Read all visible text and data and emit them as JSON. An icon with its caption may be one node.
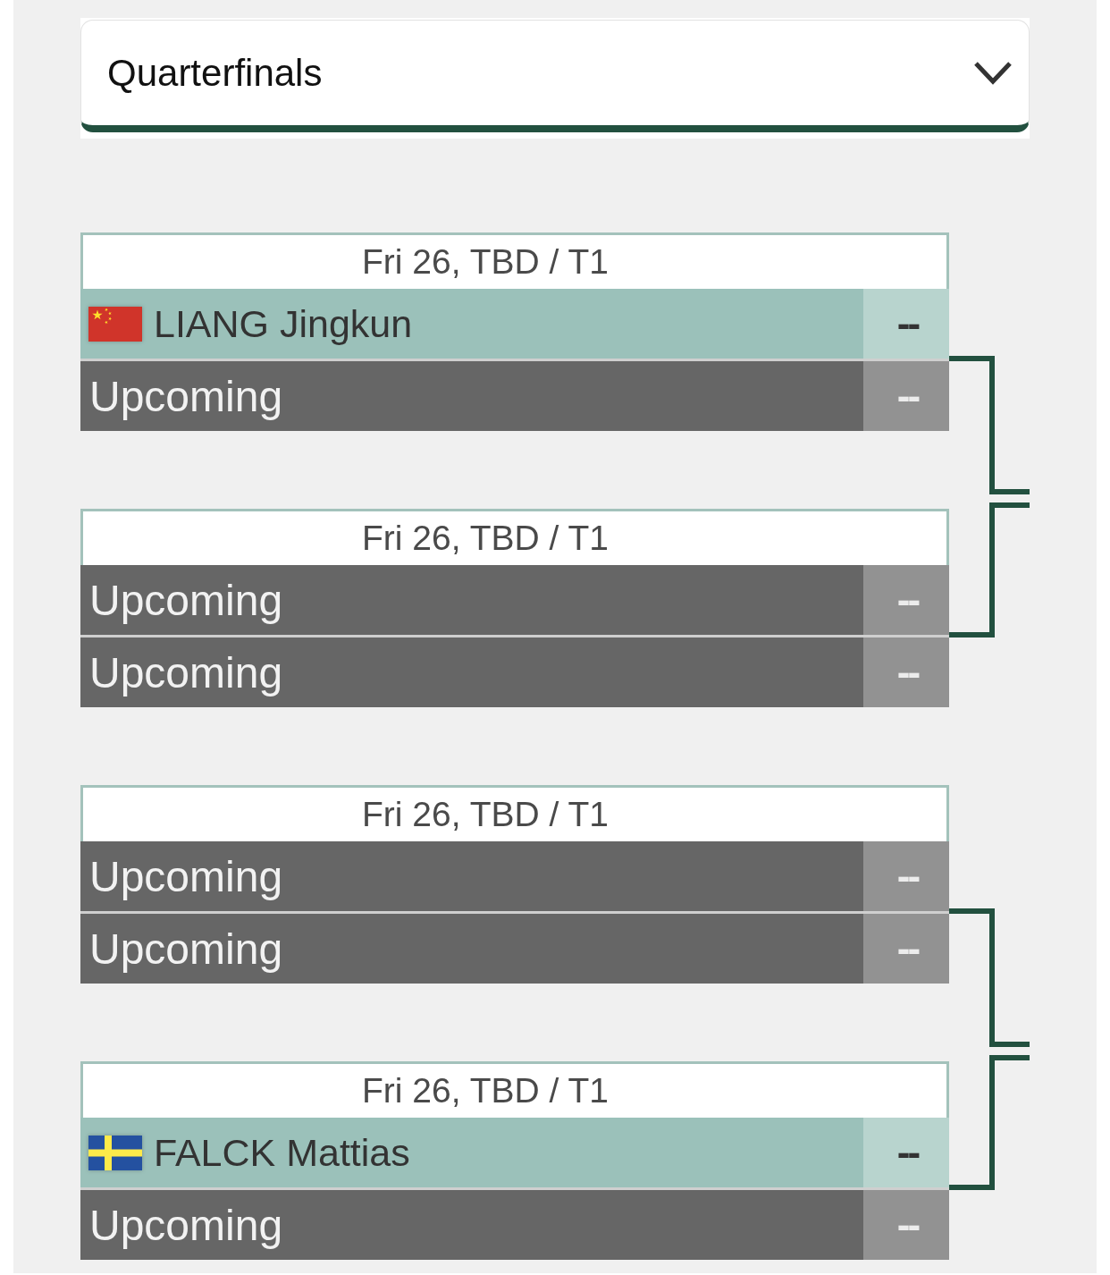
{
  "diagram": {
    "nodes": [
      {
        "text": [
          "Quarterfinals"
        ]
      },
      {
        "text": [
          "Fri 26, TBD / T1"
        ]
      },
      {
        "text": [
          "LIANG Jingkun",
          "--"
        ],
        "in": 1
      },
      {
        "text": [
          "Upcoming",
          "--"
        ],
        "in": 1
      },
      {
        "text": [
          "Fri 26, TBD / T1"
        ]
      },
      {
        "text": [
          "Upcoming",
          "--"
        ],
        "in": 4
      },
      {
        "text": [
          "Upcoming",
          "--"
        ],
        "in": 4
      },
      {
        "text": [
          "Fri 26, TBD / T1"
        ]
      },
      {
        "text": [
          "Upcoming",
          "--"
        ],
        "in": 7
      },
      {
        "text": [
          "Upcoming",
          "--"
        ],
        "in": 7
      },
      {
        "text": [
          "Fri 26, TBD / T1"
        ]
      },
      {
        "text": [
          "FALCK Mattias",
          "--"
        ],
        "in": 10
      },
      {
        "text": [
          "Upcoming",
          "--"
        ],
        "in": 10
      }
    ],
    "edges": [
      {
        "from": 1,
        "to": null,
        "arrow": "none"
      },
      {
        "from": 4,
        "to": null,
        "arrow": "none"
      },
      {
        "from": 7,
        "to": null,
        "arrow": "none"
      },
      {
        "from": 10,
        "to": null,
        "arrow": "none"
      }
    ]
  }
}
